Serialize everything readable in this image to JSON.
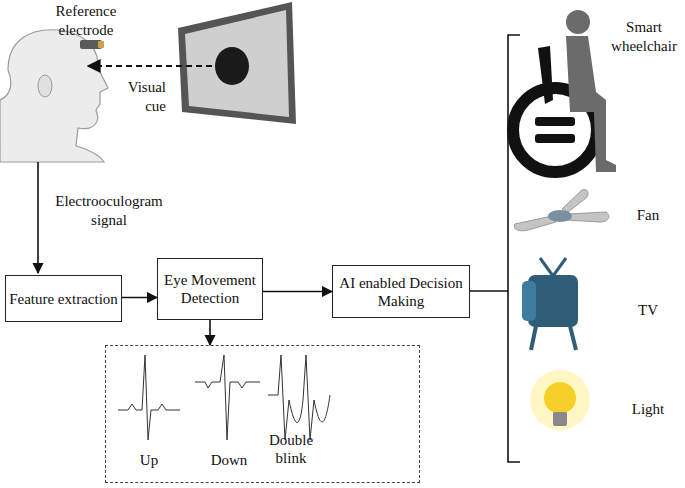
{
  "diagram": {
    "nodes": [
      {
        "text": [
          "Feature extraction"
        ]
      },
      {
        "text": [
          "Eye Movement Detection"
        ]
      },
      {
        "text": [
          "AI enabled Decision Making"
        ]
      },
      {
        "text": [
          "Up",
          "Down",
          "Double blink"
        ]
      }
    ],
    "edges": [
      {
        "from": 0,
        "to": 1,
        "arrow": "to"
      },
      {
        "from": 1,
        "to": 2,
        "arrow": "to"
      },
      {
        "from": 1,
        "to": 3,
        "arrow": "to"
      }
    ],
    "labels": [
      "Reference electrode",
      "Visual cue",
      "Electrooculogram signal",
      "Smart wheelchair",
      "Fan",
      "TV",
      "Light"
    ]
  }
}
